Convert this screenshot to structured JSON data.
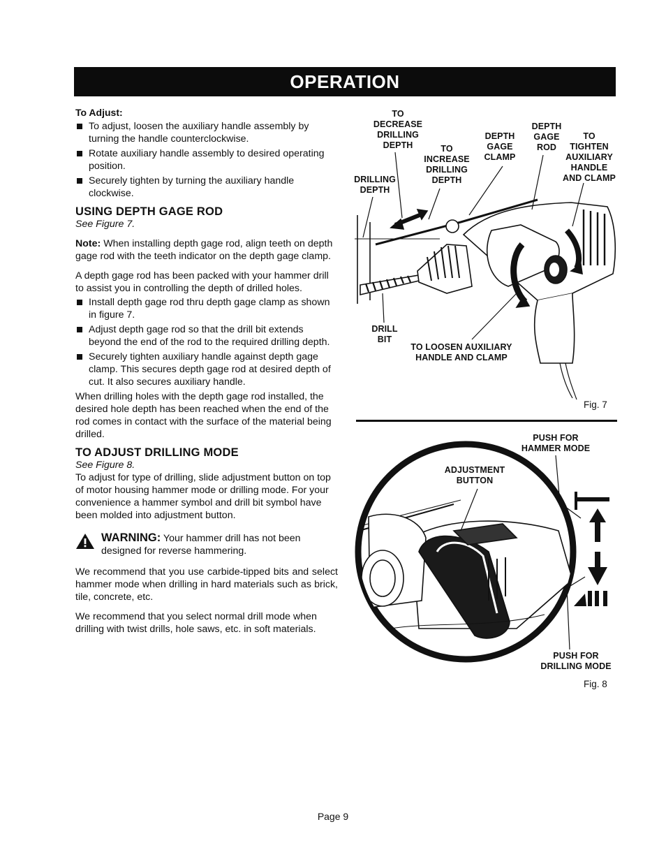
{
  "banner": "OPERATION",
  "to_adjust": {
    "heading": "To Adjust:",
    "bullets": [
      "To adjust, loosen the auxiliary handle assembly by turning the handle counterclockwise.",
      "Rotate auxiliary handle assembly to desired operating position.",
      "Securely tighten by turning the auxiliary handle clockwise."
    ]
  },
  "depth_gage": {
    "heading": "USING DEPTH GAGE ROD",
    "see": "See Figure 7.",
    "note_label": "Note:",
    "note_text": " When installing depth gage rod, align teeth on depth gage rod with the teeth indicator on the depth gage clamp.",
    "intro": "A depth gage rod has been packed with your hammer drill to assist you in controlling the depth of drilled holes.",
    "bullets": [
      "Install depth gage rod thru depth gage clamp as shown in figure 7.",
      "Adjust depth gage rod so that the drill bit extends beyond the end of the rod to the required drilling depth.",
      "Securely tighten auxiliary handle against depth gage clamp. This secures depth gage rod at desired depth of cut. It also secures auxiliary handle."
    ],
    "closing": "When drilling holes with the depth gage rod installed, the desired hole depth has been reached when the end of the rod comes in contact with the surface of the material being drilled."
  },
  "drilling_mode": {
    "heading": "TO ADJUST DRILLING MODE",
    "see": "See Figure 8.",
    "text": "To adjust for type of drilling, slide adjustment button on top of motor housing hammer mode or drilling mode. For your convenience a hammer symbol and drill bit symbol have been molded into adjustment button.",
    "warning_label": "WARNING:",
    "warning_text": " Your hammer drill has not been designed for reverse hammering.",
    "recommend1": "We recommend that you use carbide-tipped bits and select hammer mode when drilling in hard materials such as brick, tile, concrete, etc.",
    "recommend2": "We recommend that you select normal drill mode when drilling with twist drills, hole saws, etc. in soft materials."
  },
  "fig7": {
    "caption": "Fig. 7",
    "labels": {
      "decrease": "TO\nDECREASE\nDRILLING\nDEPTH",
      "increase": "TO\nINCREASE\nDRILLING\nDEPTH",
      "clamp": "DEPTH\nGAGE\nCLAMP",
      "rod": "DEPTH\nGAGE\nROD",
      "tighten": "TO\nTIGHTEN\nAUXILIARY\nHANDLE\nAND CLAMP",
      "drilling_depth": "DRILLING\nDEPTH",
      "drill_bit": "DRILL\nBIT",
      "loosen": "TO LOOSEN AUXILIARY\nHANDLE AND CLAMP"
    }
  },
  "fig8": {
    "caption": "Fig. 8",
    "labels": {
      "hammer": "PUSH FOR\nHAMMER MODE",
      "adjustment": "ADJUSTMENT\nBUTTON",
      "drilling": "PUSH FOR\nDRILLING MODE"
    }
  },
  "page_number": "Page 9"
}
